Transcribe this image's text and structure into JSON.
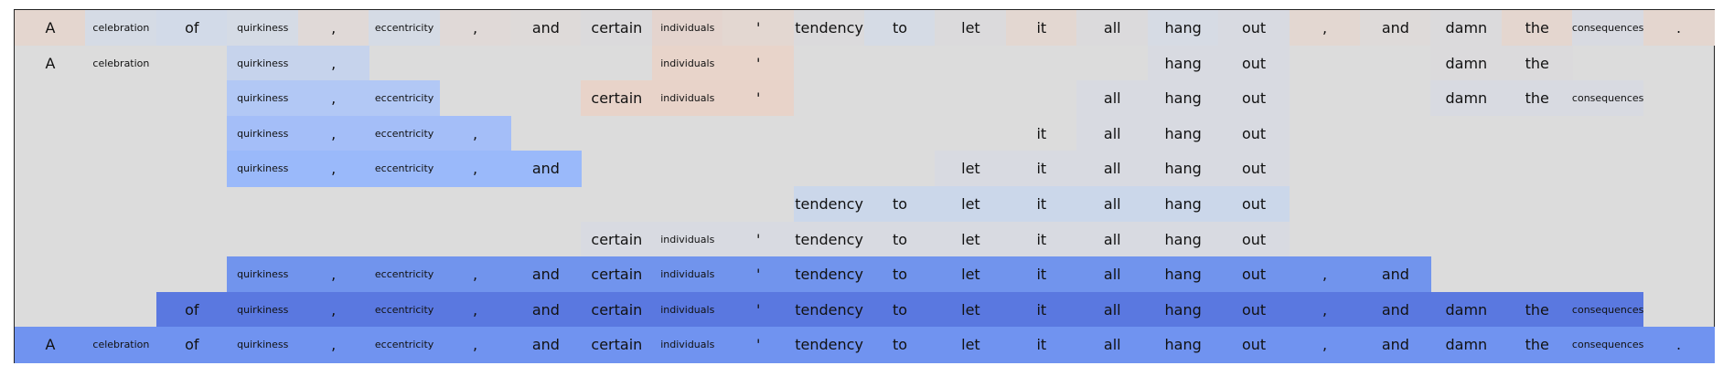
{
  "tokens": [
    "A",
    "celebration",
    "of",
    "quirkiness",
    ",",
    "eccentricity",
    ",",
    "and",
    "certain",
    "individuals",
    "'",
    "tendency",
    "to",
    "let",
    "it",
    "all",
    "hang",
    "out",
    ",",
    "and",
    "damn",
    "the",
    "consequences",
    "."
  ],
  "small_tokens": [
    "celebration",
    "quirkiness",
    "eccentricity",
    "individuals",
    "consequences"
  ],
  "rows": [
    {
      "cells": [
        [
          0,
          "#e4d6cf"
        ],
        [
          1,
          "#d5dbe5"
        ],
        [
          2,
          "#d2dae8"
        ],
        [
          3,
          "#d5dbe5"
        ],
        [
          4,
          "#e0d9d7"
        ],
        [
          5,
          "#d5dbe5"
        ],
        [
          6,
          "#e0d9d7"
        ],
        [
          7,
          "#dedad9"
        ],
        [
          8,
          "#dbdadc"
        ],
        [
          9,
          "#e4d4ce"
        ],
        [
          10,
          "#e3d7d1"
        ],
        [
          11,
          "#dbdadc"
        ],
        [
          12,
          "#d5dbe5"
        ],
        [
          13,
          "#dbdadc"
        ],
        [
          14,
          "#e3d7d1"
        ],
        [
          15,
          "#dbdadc"
        ],
        [
          16,
          "#d6dbe4"
        ],
        [
          17,
          "#d8dae1"
        ],
        [
          18,
          "#e3d7d1"
        ],
        [
          19,
          "#dedad9"
        ],
        [
          20,
          "#dbdadc"
        ],
        [
          21,
          "#e4d6cf"
        ],
        [
          22,
          "#d8dae1"
        ],
        [
          23,
          "#e4d6cf"
        ]
      ]
    },
    {
      "cells": [
        [
          0,
          "#dcdcdc"
        ],
        [
          1,
          "#dcdcdc"
        ],
        [
          3,
          "#c6d3ec"
        ],
        [
          4,
          "#c6d3ec"
        ],
        [
          9,
          "#e8d4ca"
        ],
        [
          10,
          "#e8d4ca"
        ],
        [
          16,
          "#d8dae1"
        ],
        [
          17,
          "#d8dae1"
        ],
        [
          20,
          "#dbdadc"
        ],
        [
          21,
          "#dbdadc"
        ]
      ]
    },
    {
      "cells": [
        [
          3,
          "#b2c8f5"
        ],
        [
          4,
          "#b2c8f5"
        ],
        [
          5,
          "#b2c8f5"
        ],
        [
          8,
          "#e8d3c9"
        ],
        [
          9,
          "#e8d3c9"
        ],
        [
          10,
          "#e8d3c9"
        ],
        [
          15,
          "#d8dae1"
        ],
        [
          16,
          "#d8dae1"
        ],
        [
          17,
          "#d8dae1"
        ],
        [
          20,
          "#d8dae1"
        ],
        [
          21,
          "#d8dae1"
        ],
        [
          22,
          "#d8dae1"
        ]
      ]
    },
    {
      "cells": [
        [
          3,
          "#a4bef8"
        ],
        [
          4,
          "#a4bef8"
        ],
        [
          5,
          "#a4bef8"
        ],
        [
          6,
          "#a4bef8"
        ],
        [
          14,
          "#dcdcdc"
        ],
        [
          15,
          "#d8dae1"
        ],
        [
          16,
          "#d8dae1"
        ],
        [
          17,
          "#d8dae1"
        ]
      ]
    },
    {
      "cells": [
        [
          3,
          "#9ab9fa"
        ],
        [
          4,
          "#9ab9fa"
        ],
        [
          5,
          "#9ab9fa"
        ],
        [
          6,
          "#9ab9fa"
        ],
        [
          7,
          "#9ab9fa"
        ],
        [
          13,
          "#d8dae1"
        ],
        [
          14,
          "#d8dae1"
        ],
        [
          15,
          "#d8dae1"
        ],
        [
          16,
          "#d8dae1"
        ],
        [
          17,
          "#d8dae1"
        ]
      ]
    },
    {
      "cells": [
        [
          11,
          "#cbd7ea"
        ],
        [
          12,
          "#cbd7ea"
        ],
        [
          13,
          "#cbd7ea"
        ],
        [
          14,
          "#cbd7ea"
        ],
        [
          15,
          "#cbd7ea"
        ],
        [
          16,
          "#cbd7ea"
        ],
        [
          17,
          "#cbd7ea"
        ]
      ]
    },
    {
      "cells": [
        [
          8,
          "#d8dae1"
        ],
        [
          9,
          "#d8dae1"
        ],
        [
          10,
          "#d8dae1"
        ],
        [
          11,
          "#d8dae1"
        ],
        [
          12,
          "#d8dae1"
        ],
        [
          13,
          "#d8dae1"
        ],
        [
          14,
          "#d8dae1"
        ],
        [
          15,
          "#d8dae1"
        ],
        [
          16,
          "#d8dae1"
        ],
        [
          17,
          "#d8dae1"
        ]
      ]
    },
    {
      "cells": [
        [
          3,
          "#7194ed"
        ],
        [
          4,
          "#7194ed"
        ],
        [
          5,
          "#7194ed"
        ],
        [
          6,
          "#7194ed"
        ],
        [
          7,
          "#7194ed"
        ],
        [
          8,
          "#7194ed"
        ],
        [
          9,
          "#7194ed"
        ],
        [
          10,
          "#7194ed"
        ],
        [
          11,
          "#7194ed"
        ],
        [
          12,
          "#7194ed"
        ],
        [
          13,
          "#7194ed"
        ],
        [
          14,
          "#7194ed"
        ],
        [
          15,
          "#7194ed"
        ],
        [
          16,
          "#7194ed"
        ],
        [
          17,
          "#7194ed"
        ],
        [
          18,
          "#7194ed"
        ],
        [
          19,
          "#7194ed"
        ]
      ]
    },
    {
      "cells": [
        [
          2,
          "#5a78e0"
        ],
        [
          3,
          "#5a78e0"
        ],
        [
          4,
          "#5a78e0"
        ],
        [
          5,
          "#5a78e0"
        ],
        [
          6,
          "#5a78e0"
        ],
        [
          7,
          "#5a78e0"
        ],
        [
          8,
          "#5a78e0"
        ],
        [
          9,
          "#5a78e0"
        ],
        [
          10,
          "#5a78e0"
        ],
        [
          11,
          "#5a78e0"
        ],
        [
          12,
          "#5a78e0"
        ],
        [
          13,
          "#5a78e0"
        ],
        [
          14,
          "#5a78e0"
        ],
        [
          15,
          "#5a78e0"
        ],
        [
          16,
          "#5a78e0"
        ],
        [
          17,
          "#5a78e0"
        ],
        [
          18,
          "#5a78e0"
        ],
        [
          19,
          "#5a78e0"
        ],
        [
          20,
          "#5a78e0"
        ],
        [
          21,
          "#5a78e0"
        ],
        [
          22,
          "#5a78e0"
        ]
      ]
    },
    {
      "cells": [
        [
          0,
          "#7093f0"
        ],
        [
          1,
          "#7093f0"
        ],
        [
          2,
          "#7093f0"
        ],
        [
          3,
          "#7093f0"
        ],
        [
          4,
          "#7093f0"
        ],
        [
          5,
          "#7093f0"
        ],
        [
          6,
          "#7093f0"
        ],
        [
          7,
          "#7093f0"
        ],
        [
          8,
          "#7093f0"
        ],
        [
          9,
          "#7093f0"
        ],
        [
          10,
          "#7093f0"
        ],
        [
          11,
          "#7093f0"
        ],
        [
          12,
          "#7093f0"
        ],
        [
          13,
          "#7093f0"
        ],
        [
          14,
          "#7093f0"
        ],
        [
          15,
          "#7093f0"
        ],
        [
          16,
          "#7093f0"
        ],
        [
          17,
          "#7093f0"
        ],
        [
          18,
          "#7093f0"
        ],
        [
          19,
          "#7093f0"
        ],
        [
          20,
          "#7093f0"
        ],
        [
          21,
          "#7093f0"
        ],
        [
          22,
          "#7093f0"
        ],
        [
          23,
          "#7093f0"
        ]
      ]
    }
  ]
}
